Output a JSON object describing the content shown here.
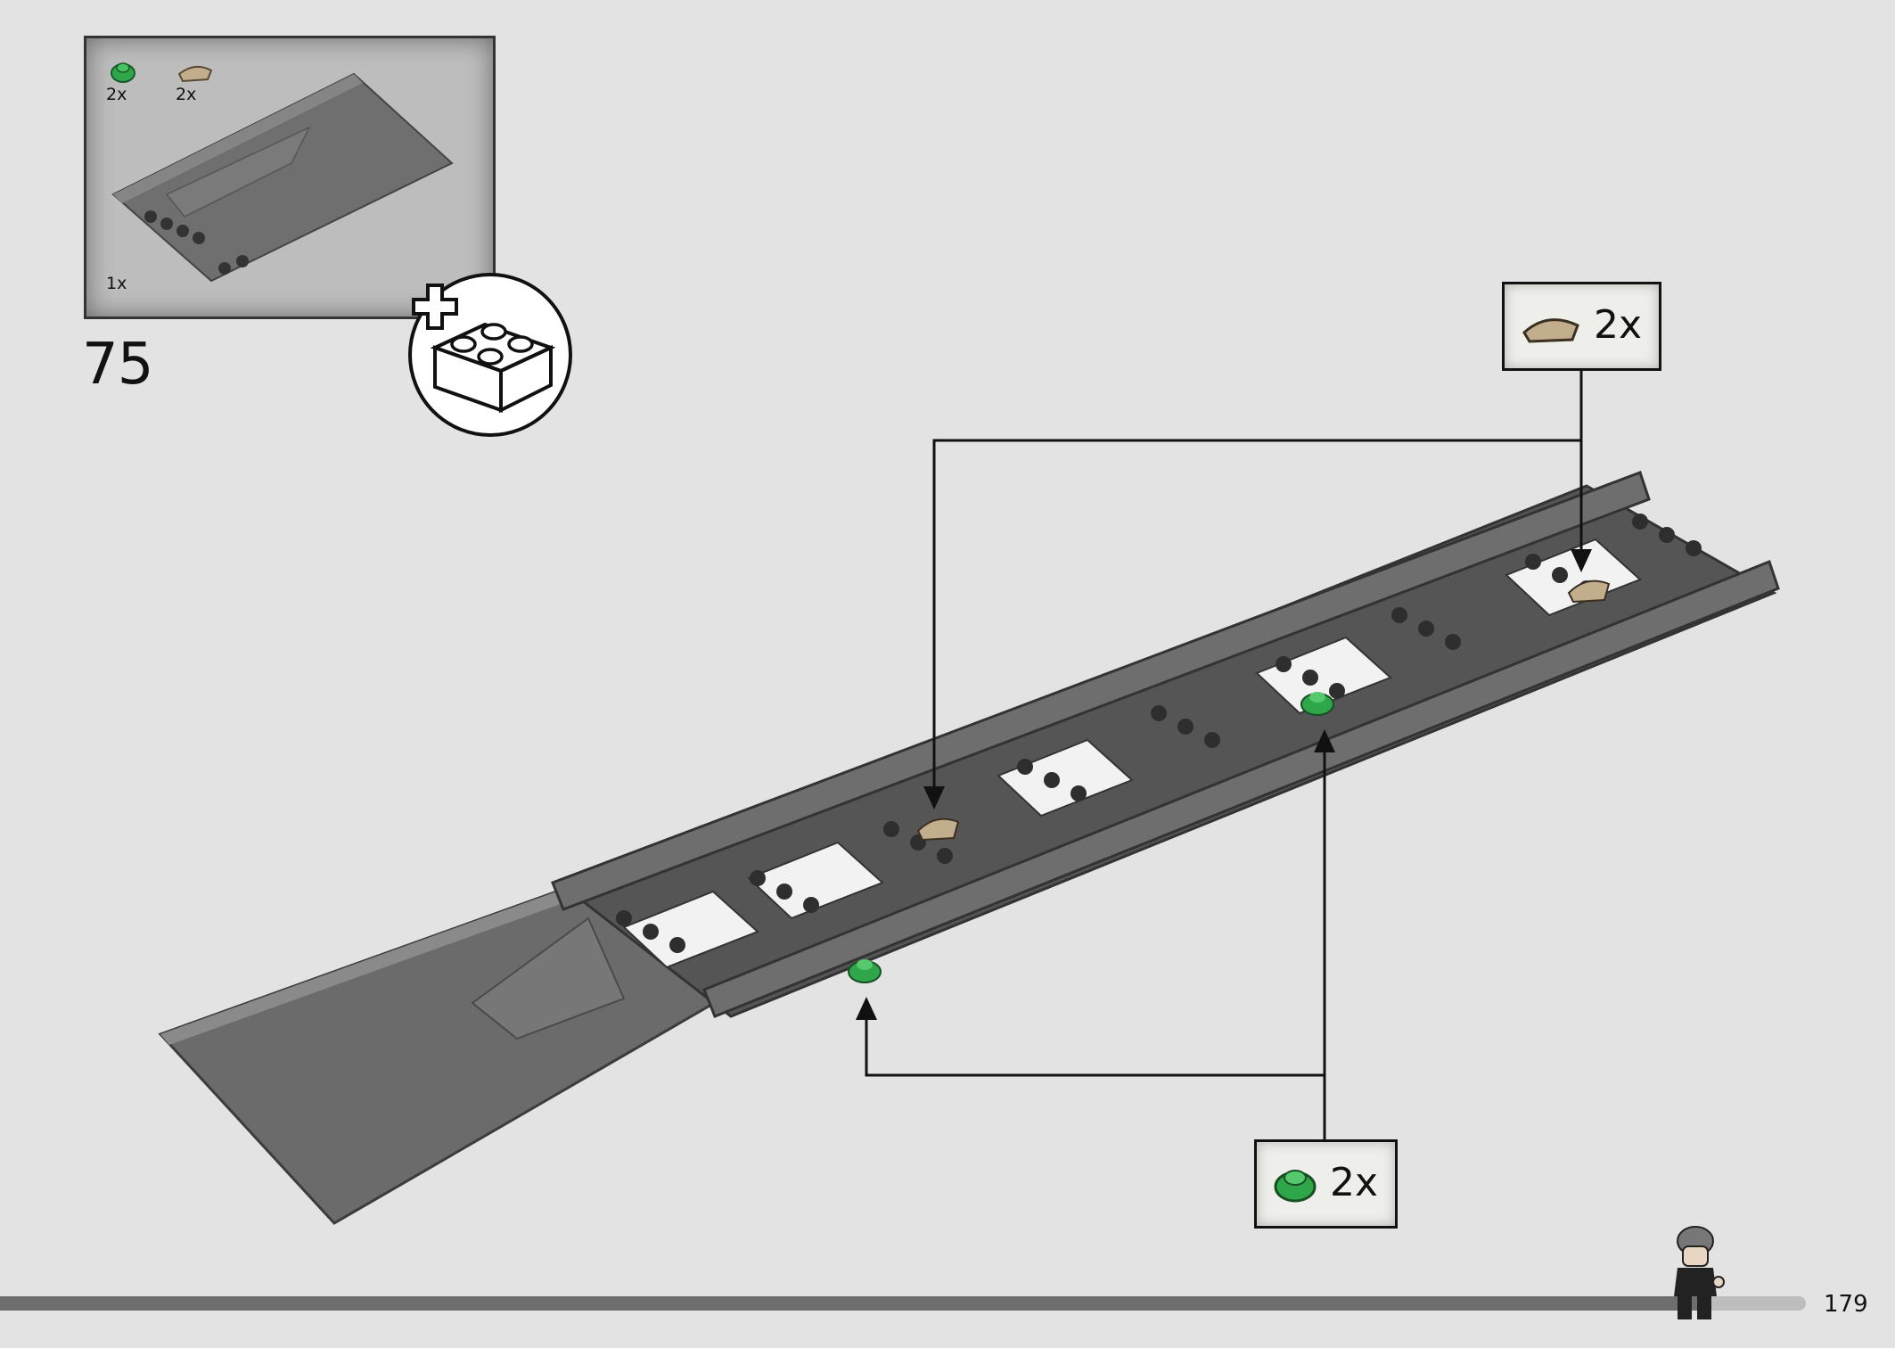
{
  "step": {
    "number": "75"
  },
  "parts_list": {
    "items": [
      {
        "qty": "2x",
        "icon": "green-round-plate-icon",
        "color": "#2fa64a"
      },
      {
        "qty": "2x",
        "icon": "tan-quarter-tile-icon",
        "color": "#c2ad8c"
      }
    ],
    "submodel_qty": "1x"
  },
  "callouts": [
    {
      "qty": "2x",
      "icon": "tan-quarter-tile-icon"
    },
    {
      "qty": "2x",
      "icon": "green-round-plate-icon"
    }
  ],
  "add_bricks_icon": "add-brick-icon",
  "footer": {
    "page_number": "179",
    "progress": 0.94,
    "mascot_icon": "minifigure-icon"
  },
  "colors": {
    "background": "#e3e3e3",
    "part_dark_gray": "#5a5a5a",
    "green": "#2fa64a",
    "tan": "#c2ad8c"
  }
}
